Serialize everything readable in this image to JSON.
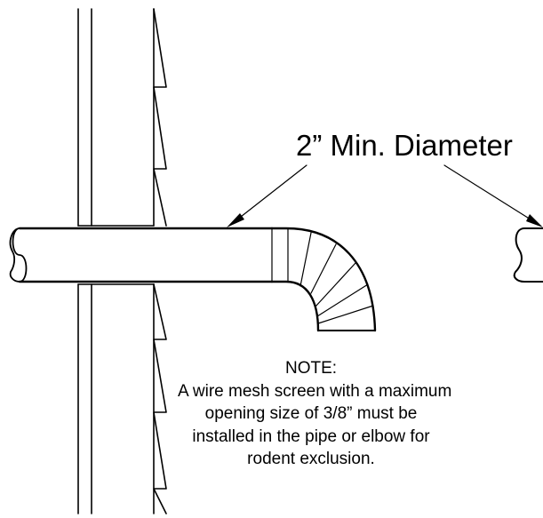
{
  "label": "2” Min. Diameter",
  "note": {
    "heading": "NOTE:",
    "lines": [
      "A wire mesh screen with a maximum",
      "opening size of 3/8” must be",
      "installed in the pipe or elbow for",
      "rodent exclusion."
    ]
  },
  "colors": {
    "line": "#000000",
    "background": "#ffffff"
  }
}
